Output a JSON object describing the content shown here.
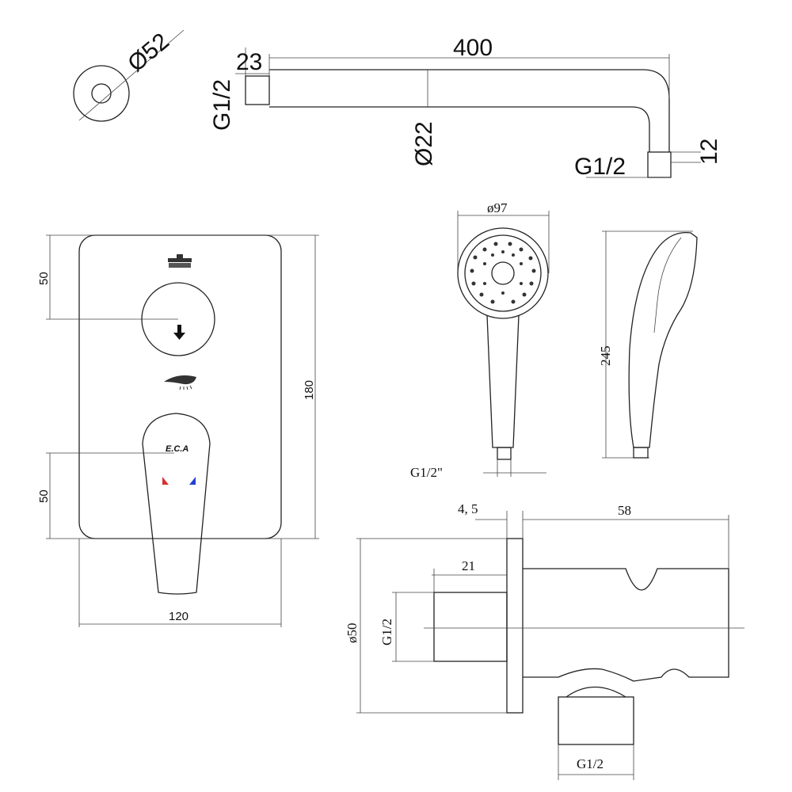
{
  "flange": {
    "diameter": "Ø52"
  },
  "shower_arm": {
    "length": "400",
    "thread_length": "23",
    "inlet_thread": "G1/2",
    "pipe_diameter": "Ø22",
    "outlet_thread": "G1/2",
    "outlet_length": "12"
  },
  "mixer": {
    "top_offset": "50",
    "height": "180",
    "lever_offset": "50",
    "width": "120",
    "logo": "E.C.A"
  },
  "hand_shower": {
    "head_diameter": "ø97",
    "length": "245",
    "thread": "G1/2\""
  },
  "wall_outlet": {
    "plate_thickness": "4, 5",
    "depth": "58",
    "thread_length": "21",
    "plate_diameter": "ø50",
    "inlet_thread": "G1/2",
    "outlet_thread": "G1/2"
  },
  "colors": {
    "hot": "#d83030",
    "cold": "#2040d0"
  }
}
